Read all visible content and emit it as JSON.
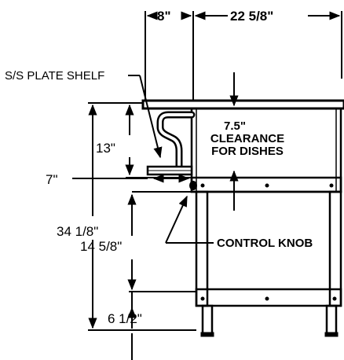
{
  "dimensions": {
    "shelf_depth": "8\"",
    "body_depth": "22 5/8\"",
    "shelf_to_top": "13\"",
    "shelf_width": "7\"",
    "overall_height": "34 1/8\"",
    "knob_height": "14 5/8\"",
    "leg_height": "6 1/2\""
  },
  "callouts": {
    "plate_shelf": "S/S PLATE SHELF",
    "clearance_line1": "7.5\"",
    "clearance_line2": "CLEARANCE",
    "clearance_line3": "FOR DISHES",
    "control_knob": "CONTROL KNOB"
  },
  "colors": {
    "line": "#000000",
    "background": "#ffffff"
  }
}
